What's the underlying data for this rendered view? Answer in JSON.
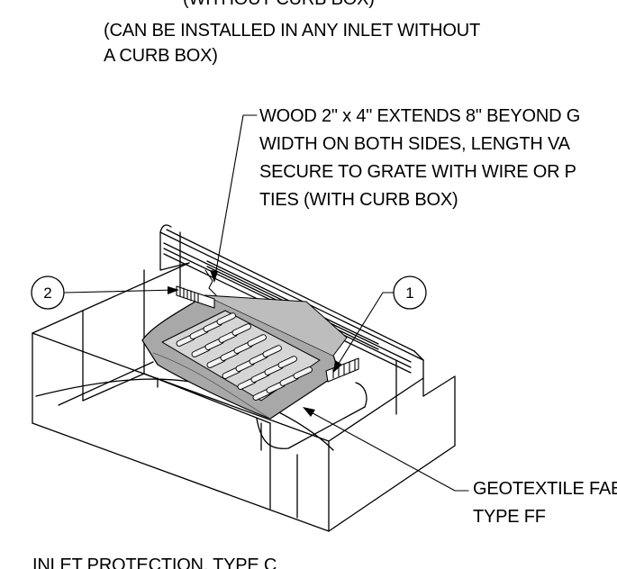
{
  "top_note": {
    "line0": "(WITHOUT CURB BOX)",
    "line1": "(CAN BE INSTALLED IN ANY INLET WITHOUT",
    "line2": "A CURB BOX)"
  },
  "wood_note": {
    "lines": [
      "WOOD 2\" x 4\" EXTENDS 8\" BEYOND G",
      "WIDTH ON BOTH SIDES, LENGTH VA",
      "SECURE TO GRATE WITH WIRE OR P",
      "TIES (WITH CURB BOX)"
    ]
  },
  "geotextile_note": {
    "lines": [
      "GEOTEXTILE FABRIC,",
      "TYPE FF"
    ]
  },
  "callouts": {
    "one": "1",
    "two": "2"
  },
  "bottom_title": "INLET PROTECTION, TYPE C",
  "colors": {
    "ink": "#000000",
    "fabric": "#a8a8a8",
    "fabric_dark": "#8c8c8c",
    "background": "#ffffff"
  }
}
